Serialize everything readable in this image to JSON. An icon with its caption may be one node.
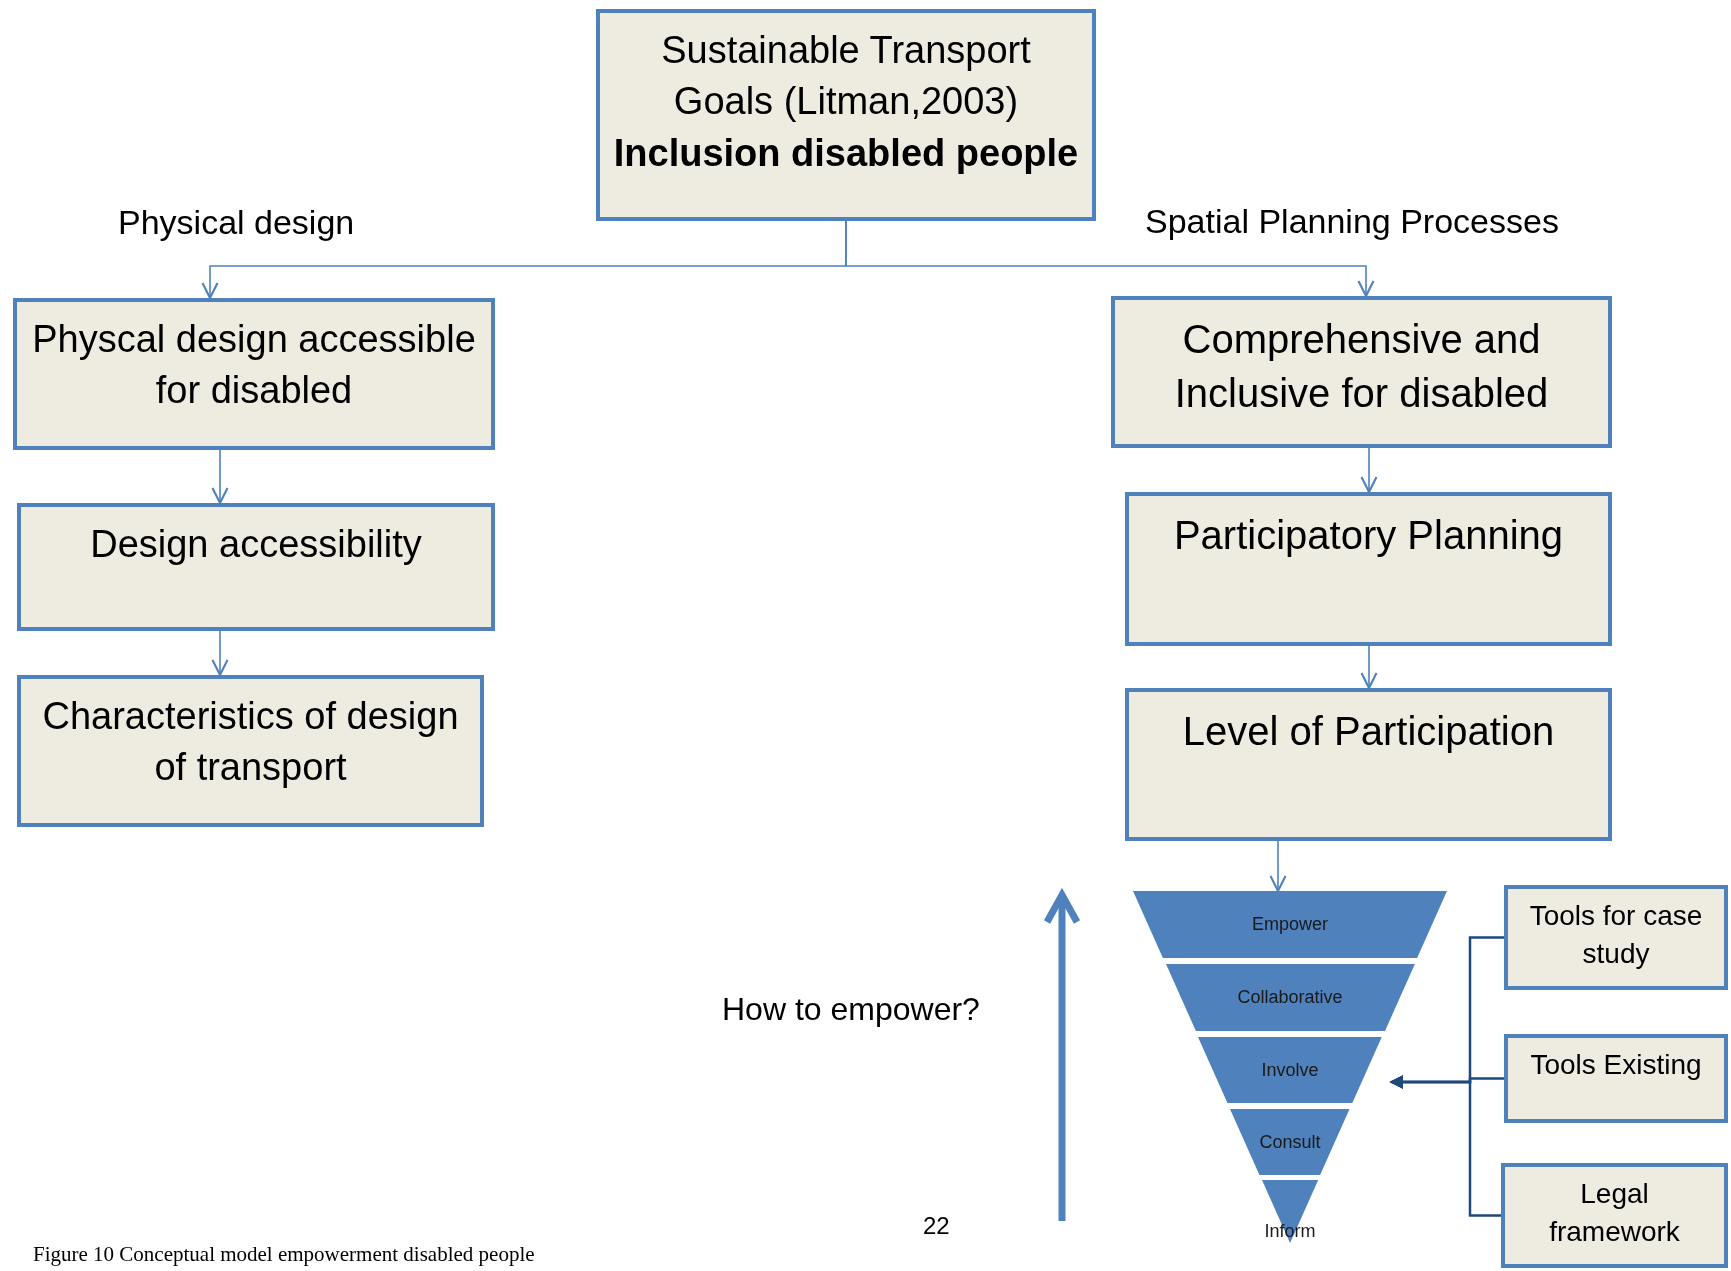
{
  "diagram": {
    "caption": "Figure 10 Conceptual model empowerment disabled people",
    "nodes": [
      {
        "text": [
          "Sustainable Transport Goals (Litman,2003)",
          "Inclusion disabled people"
        ]
      },
      {
        "text": [
          "Physcal design accessible for disabled"
        ]
      },
      {
        "text": [
          "Design accessibility"
        ]
      },
      {
        "text": [
          "Characteristics of design of transport"
        ]
      },
      {
        "text": [
          "Comprehensive and Inclusive for disabled"
        ]
      },
      {
        "text": [
          "Participatory Planning"
        ]
      },
      {
        "text": [
          "Level of Participation"
        ]
      },
      {
        "text": [
          "Empower"
        ]
      },
      {
        "text": [
          "Collaborative"
        ]
      },
      {
        "text": [
          "Involve"
        ]
      },
      {
        "text": [
          "Consult"
        ]
      },
      {
        "text": [
          "Inform"
        ]
      },
      {
        "text": [
          "Tools for case study"
        ]
      },
      {
        "text": [
          "Tools Existing"
        ]
      },
      {
        "text": [
          "Legal framework"
        ]
      }
    ],
    "edges": [
      {
        "from": 0,
        "to": 1,
        "arrow": "to",
        "label": "Physical design"
      },
      {
        "from": 0,
        "to": 4,
        "arrow": "to",
        "label": "Spatial Planning Processes"
      },
      {
        "from": 1,
        "to": 2,
        "arrow": "to"
      },
      {
        "from": 2,
        "to": 3,
        "arrow": "to"
      },
      {
        "from": 4,
        "to": 5,
        "arrow": "to"
      },
      {
        "from": 5,
        "to": 6,
        "arrow": "to"
      },
      {
        "from": 6,
        "to": 7,
        "arrow": "to"
      },
      {
        "from": 12,
        "to": 9,
        "arrow": "to",
        "color": "#1f497d"
      },
      {
        "from": 13,
        "to": 9,
        "arrow": "to",
        "color": "#1f497d"
      },
      {
        "from": 14,
        "to": 9,
        "arrow": "to",
        "color": "#1f497d"
      }
    ],
    "labels": [
      "How to empower?",
      "22"
    ]
  }
}
